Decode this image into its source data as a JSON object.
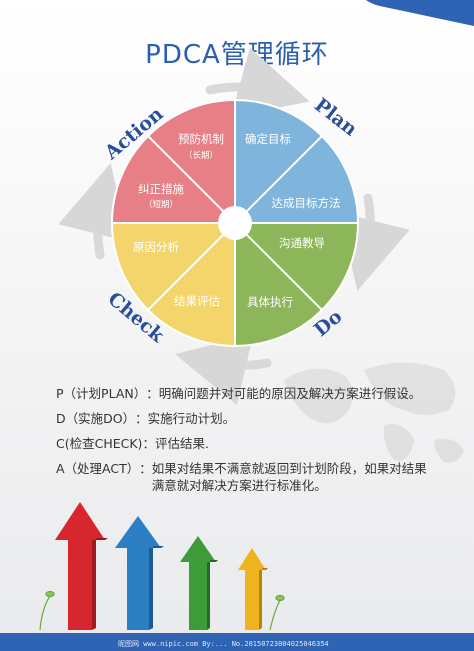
{
  "title": "PDCA管理循环",
  "phases": {
    "plan": "Plan",
    "do": "Do",
    "check": "Check",
    "action": "Action"
  },
  "segments": {
    "plan_1": "确定目标",
    "plan_2": "达成目标方法",
    "do_1": "沟通教导",
    "do_2": "具体执行",
    "check_1": "原因分析",
    "check_2": "结果评估",
    "action_1": "预防机制",
    "action_1_sub": "（长期）",
    "action_2": "纠正措施",
    "action_2_sub": "（短期）"
  },
  "descriptions": [
    {
      "key": "P（计划PLAN）",
      "text": "明确问题并对可能的原因及解决方案进行假设。"
    },
    {
      "key": "D（实施DO）",
      "text": "实施行动计划。"
    },
    {
      "key": "C(检查CHECK)",
      "text": "评估结果."
    },
    {
      "key": "A（处理ACT）",
      "text": "如果对结果不满意就返回到计划阶段，如果对结果满意就对解决方案进行标准化。"
    }
  ],
  "separator": "：",
  "footer": "昵图网 www.nipic.com  By:... No.20150723004025046354",
  "colors": {
    "plan": "#7fb5dc",
    "do": "#8db65a",
    "check": "#f3d56b",
    "action": "#e67f86",
    "title": "#2a5fb0",
    "arrow_red": "#d8262e",
    "arrow_blue": "#2d7fc3",
    "arrow_green": "#3e9b3a",
    "arrow_yellow": "#f0b320"
  }
}
